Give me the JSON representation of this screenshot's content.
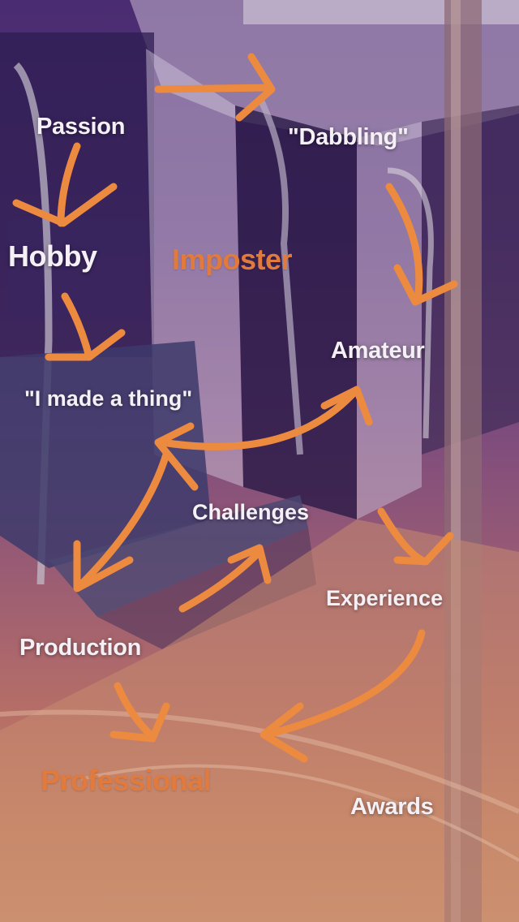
{
  "labels": {
    "passion": "Passion",
    "dabbling": "\"Dabbling\"",
    "hobby": "Hobby",
    "imposter": "Imposter",
    "amateur": "Amateur",
    "made_thing": "\"I made a thing\"",
    "challenges": "Challenges",
    "experience": "Experience",
    "production": "Production",
    "professional": "Professional",
    "awards": "Awards"
  },
  "colors": {
    "label_white": "#f4f0f6",
    "label_orange": "#e07a3d",
    "arrow": "#ec8a40"
  },
  "scene": "subway-car-interior"
}
